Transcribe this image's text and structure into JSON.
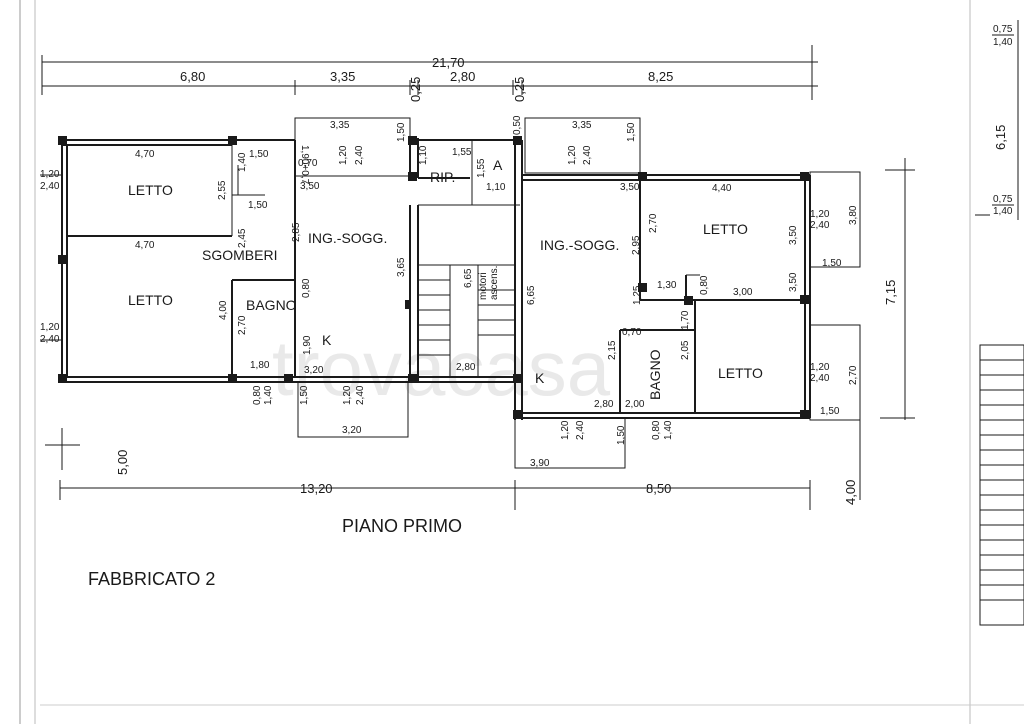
{
  "title": "FABBRICATO 2",
  "subtitle": "PIANO PRIMO",
  "watermark": "trovacasa",
  "rooms": {
    "letto_nw": "LETTO",
    "letto_w": "LETTO",
    "sgomberi": "SGOMBERI",
    "bagno_w": "BAGNO",
    "k_w": "K",
    "ing_sogg_w": "ING.-SOGG.",
    "rip": "RIP.",
    "a": "A",
    "ing_sogg_e": "ING.-SOGG.",
    "letto_ne": "LETTO",
    "k_e": "K",
    "bagno_e": "BAGNO",
    "letto_se": "LETTO",
    "motori": "motori",
    "ascens": "ascens."
  },
  "dims": {
    "total": "21,70",
    "d1": "6,80",
    "d2": "3,35",
    "d3": "0,25",
    "d4": "2,80",
    "d5": "0,25",
    "d6": "8,25",
    "right_top_a": "0,75",
    "right_top_b": "1,40",
    "right_mid": "6,15",
    "right_low_a": "0,75",
    "right_low_b": "1,40",
    "bottom_left": "13,20",
    "bottom_right": "8,50",
    "left_vert": "5,00",
    "right_vert": "4,00",
    "depth": "7,15",
    "w_470a": "4,70",
    "w_150a": "1,50",
    "w_140a": "1,40",
    "w_120a": "1,20",
    "w_240a": "2,40",
    "w_255": "2,55",
    "w_150b": "1,50",
    "w_470b": "4,70",
    "w_245": "2,45",
    "w_285": "2,85",
    "w_400": "4,00",
    "w_270a": "2,70",
    "w_080a": "0,80",
    "w_180": "1,80",
    "w_120b": "1,20",
    "w_240b": "2,40",
    "w_080b": "0,80",
    "w_140b": "1,40",
    "w_190": "1,90",
    "w_320a": "3,20",
    "w_150c": "1,50",
    "w_120c": "1,20",
    "w_240c": "2,40",
    "w_320b": "3,20",
    "w_335a": "3,35",
    "w_150d": "1,50",
    "w_190b": "1,90+0,7",
    "w_070": "0,70",
    "w_120d": "1,20",
    "w_240d": "2,40",
    "w_350a": "3,50",
    "w_110a": "1,10",
    "w_155": "1,55",
    "w_156": "1,55",
    "w_110b": "1,10",
    "w_050": "0,50",
    "w_365": "3,65",
    "w_665a": "6,65",
    "w_280": "2,80",
    "w_335b": "3,35",
    "w_150e": "1,50",
    "w_120e": "1,20",
    "w_240e": "2,40",
    "w_350b": "3,50",
    "w_295": "2,95",
    "w_665b": "6,65",
    "w_125": "1,25",
    "w_130": "1,30",
    "w_270b": "2,70",
    "w_440": "4,40",
    "w_120f": "1,20",
    "w_240f": "2,40",
    "w_380": "3,80",
    "w_350c": "3,50",
    "w_150f": "1,50",
    "w_080c": "0,80",
    "w_300": "3,00",
    "w_350d": "3,50",
    "w_070b": "0,70",
    "w_170": "1,70",
    "w_215": "2,15",
    "w_205": "2,05",
    "w_120g": "1,20",
    "w_240g": "2,40",
    "w_270c": "2,70",
    "w_150g": "1,50",
    "w_120h": "1,20",
    "w_240h": "2,40",
    "w_280b": "2,80",
    "w_200": "2,00",
    "w_080d": "0,80",
    "w_140c": "1,40",
    "w_150h": "1,50",
    "w_390": "3,90"
  }
}
